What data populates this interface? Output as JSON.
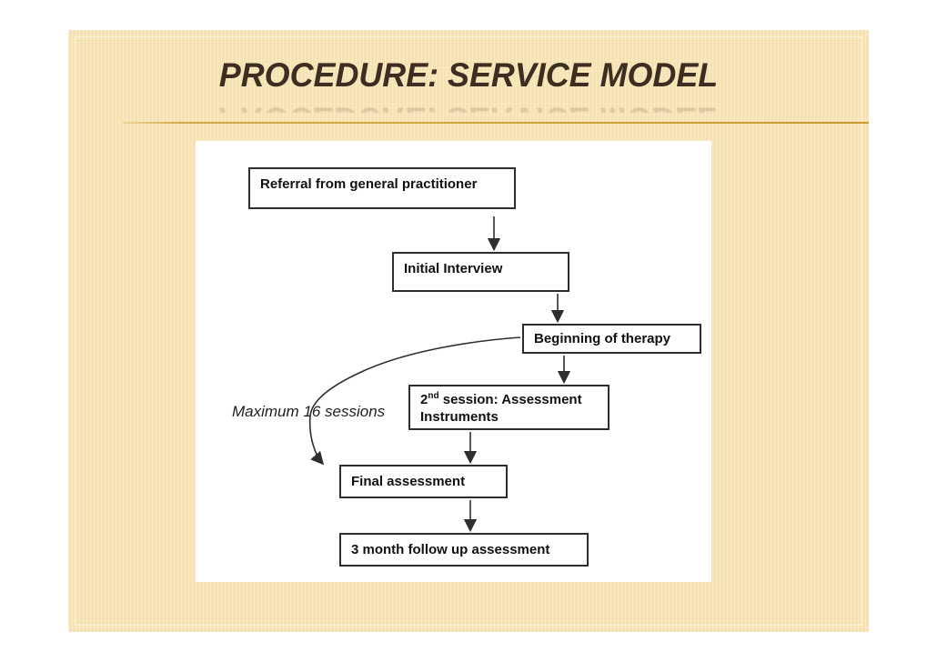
{
  "slide": {
    "title": "PROCEDURE: SERVICE MODEL",
    "colors": {
      "slide_background": "#f6e2b0",
      "title_text": "#3d2e21",
      "divider_line": "#cfa33c",
      "node_border": "#2e2e2e",
      "node_text": "#111111"
    },
    "flowchart": {
      "node_referral": "Referral from general practitioner",
      "node_initial": "Initial Interview",
      "node_beginning": "Beginning of therapy",
      "node_session2": {
        "line1_prefix": "2",
        "line1_sup": "nd",
        "line1_rest": " session: Assessment",
        "line2": "Instruments"
      },
      "node_final": "Final assessment",
      "node_followup": "3 month follow up assessment",
      "annotation": "Maximum 16 sessions"
    }
  }
}
